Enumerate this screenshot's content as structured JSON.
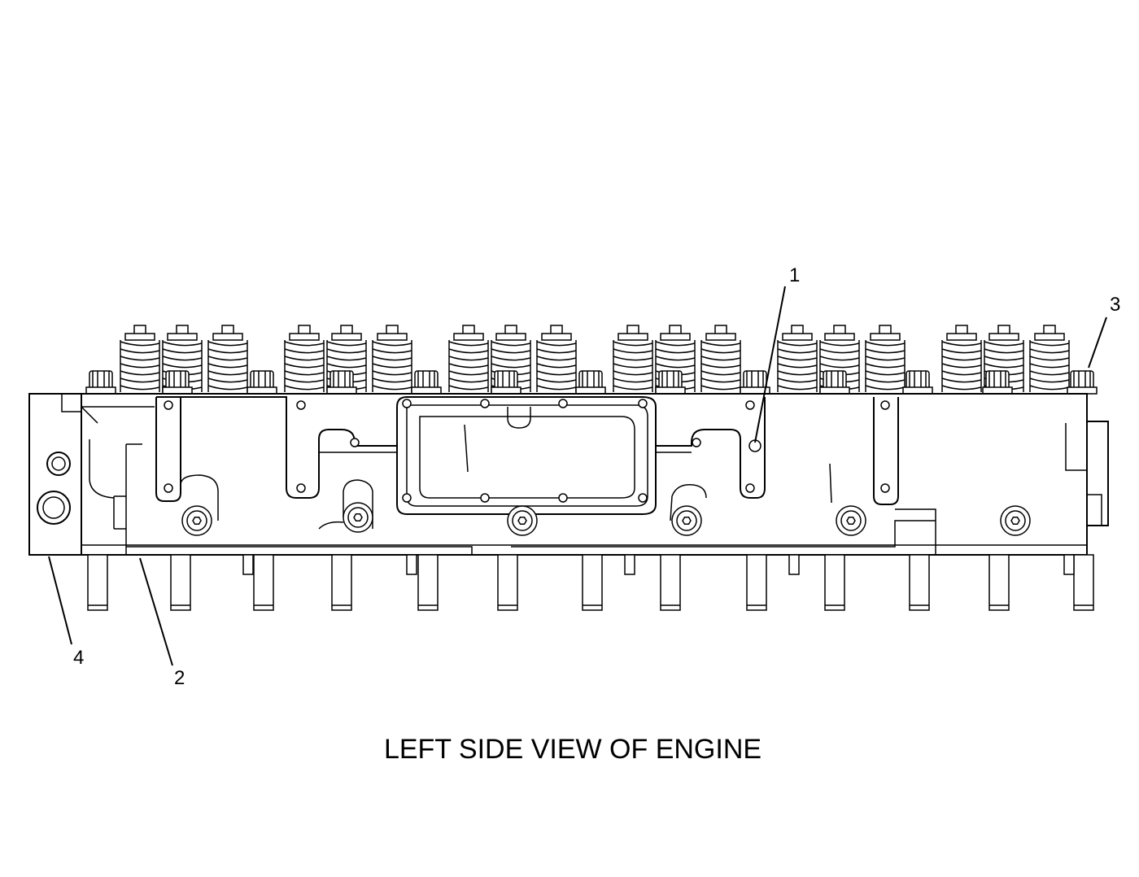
{
  "callouts": [
    {
      "id": "1",
      "label": "1"
    },
    {
      "id": "2",
      "label": "2"
    },
    {
      "id": "3",
      "label": "3"
    },
    {
      "id": "4",
      "label": "4"
    }
  ],
  "caption": "LEFT SIDE VIEW OF ENGINE"
}
